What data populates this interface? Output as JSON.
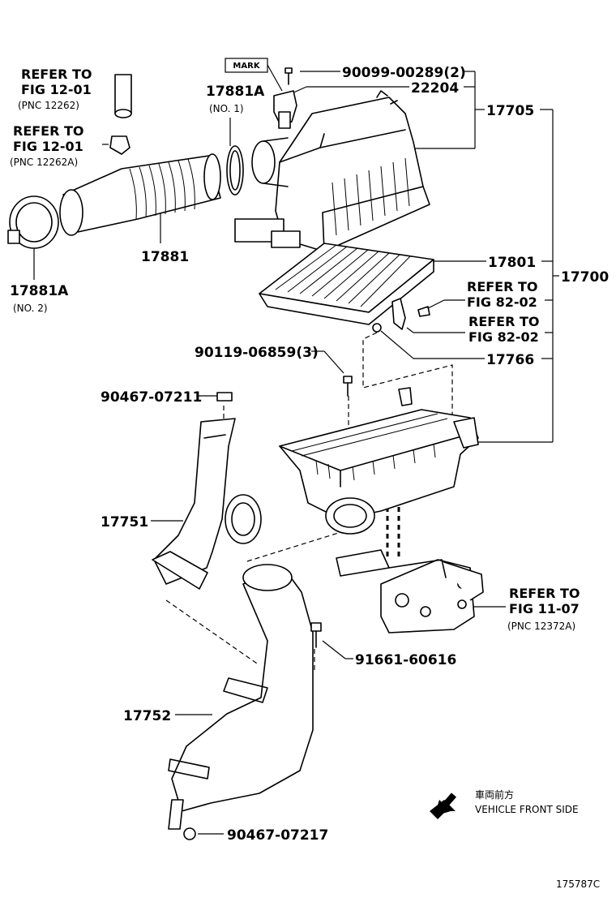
{
  "parts": {
    "p_17705": "17705",
    "p_17700": "17700",
    "p_17801": "17801",
    "p_17766": "17766",
    "p_17881": "17881",
    "p_17881A_top": "17881A",
    "p_17881A_top_note": "(NO. 1)",
    "p_17881A_left": "17881A",
    "p_17881A_left_note": "(NO. 2)",
    "p_22204": "22204",
    "p_90099": "90099-00289(2)",
    "p_90119": "90119-06859(3)",
    "p_90467a": "90467-07211",
    "p_90467b": "90467-07217",
    "p_17751": "17751",
    "p_17752": "17752",
    "p_91661": "91661-60616"
  },
  "refs": {
    "r1": [
      "REFER TO",
      "FIG 12-01",
      "(PNC 12262)"
    ],
    "r2": [
      "REFER TO",
      "FIG 12-01",
      "(PNC 12262A)"
    ],
    "r3": [
      "REFER TO",
      "FIG 82-02"
    ],
    "r4": [
      "REFER TO",
      "FIG 82-02"
    ],
    "r5": [
      "REFER TO",
      "FIG 11-07",
      "(PNC 12372A)"
    ]
  },
  "mark_label": "MARK",
  "front": {
    "jp": "車両前方",
    "en": "VEHICLE FRONT SIDE"
  },
  "figure_id": "175787C"
}
